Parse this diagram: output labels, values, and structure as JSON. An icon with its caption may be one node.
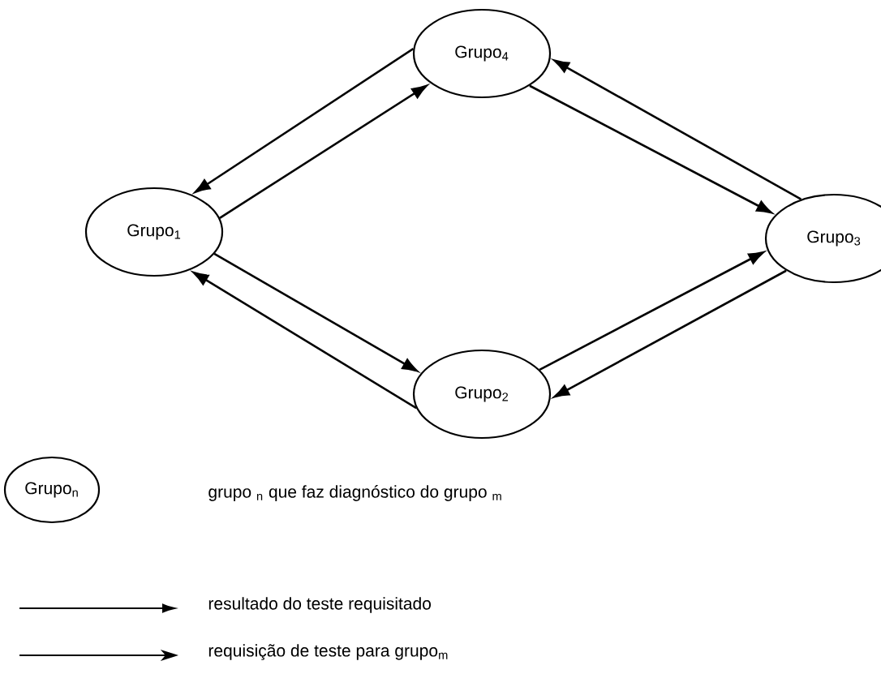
{
  "diagram": {
    "nodes": [
      {
        "text": [
          "Grupo$_{1}$"
        ]
      },
      {
        "text": [
          "Grupo$_{4}$"
        ]
      },
      {
        "text": [
          "Grupo$_{3}$"
        ]
      },
      {
        "text": [
          "Grupo$_{2}$"
        ]
      },
      {
        "text": [
          "Grupo$_{n}$"
        ]
      }
    ],
    "labels": [
      "grupo $_{n}$ que faz diagnóstico do grupo $_{m}$"
    ],
    "edges": [
      {
        "from": 1,
        "to": 0,
        "arrow": "to"
      },
      {
        "from": 0,
        "to": 1,
        "arrow": "to"
      },
      {
        "from": 1,
        "to": 2,
        "arrow": "to"
      },
      {
        "from": 2,
        "to": 1,
        "arrow": "to"
      },
      {
        "from": 0,
        "to": 3,
        "arrow": "to"
      },
      {
        "from": 3,
        "to": 0,
        "arrow": "to"
      },
      {
        "from": 3,
        "to": 2,
        "arrow": "to"
      },
      {
        "from": 2,
        "to": 3,
        "arrow": "to"
      }
    ],
    "legend": [
      {
        "text": "resultado do teste requisitado"
      },
      {
        "text": "requisição de teste para grupo$_{m}$"
      }
    ]
  }
}
